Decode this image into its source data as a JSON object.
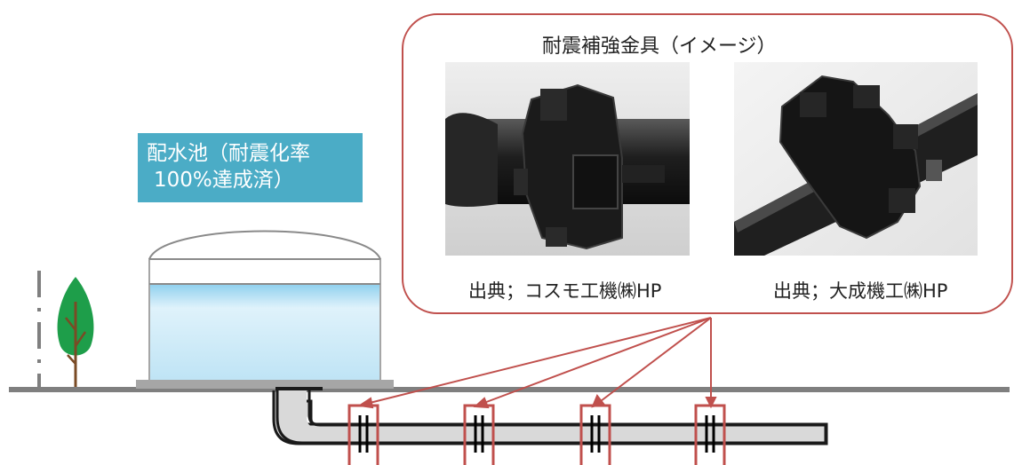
{
  "reservoir_label": {
    "line1": "配水池（耐震化率",
    "line2": "100%達成済）"
  },
  "callout": {
    "title": "耐震補強金具（イメージ）",
    "photos": [
      {
        "caption": "出典；コスモ工機㈱HP",
        "icon": "pipe-coupling-photo"
      },
      {
        "caption": "出典；大成機工㈱HP",
        "icon": "pipe-coupling-photo"
      }
    ]
  },
  "colors": {
    "accent_red": "#c0504d",
    "label_bg": "#4bacc6",
    "ground": "#7f7f7f",
    "pipe_fill": "#d9d9d9",
    "tree_green": "#1e9e4a",
    "water_top": "#dbeef8",
    "water_bottom": "#a8d8f0"
  },
  "joints_count": 4
}
